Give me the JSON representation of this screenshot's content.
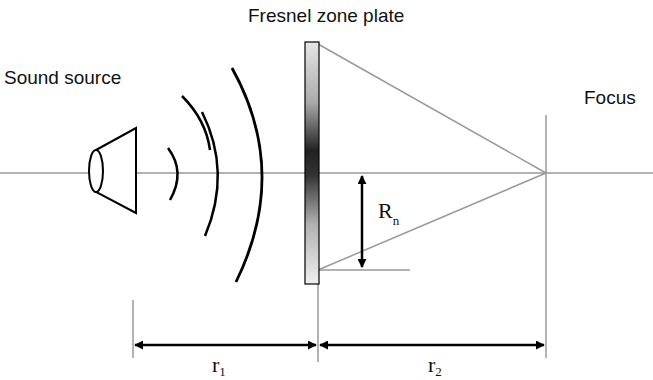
{
  "diagram": {
    "labels": [
      "Fresnel zone plate",
      "Sound source",
      "Focus",
      "R",
      "n",
      "r",
      "1",
      "r",
      "2"
    ]
  }
}
